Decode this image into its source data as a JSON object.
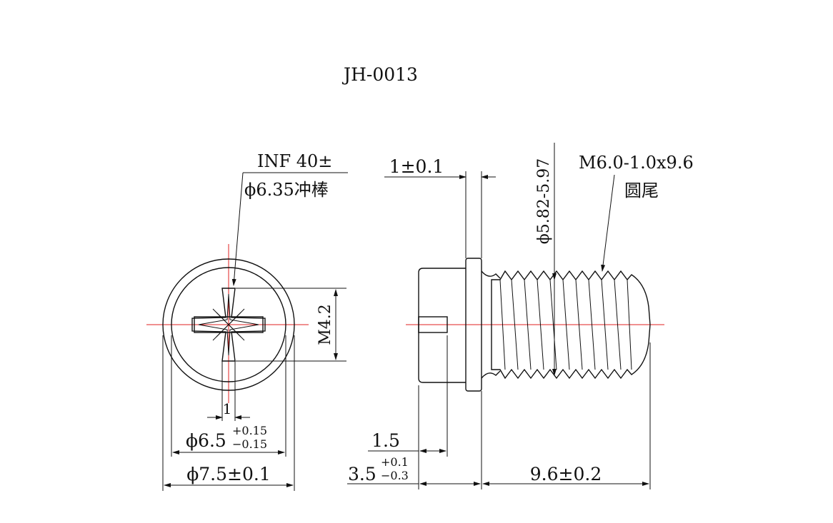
{
  "title": "JH-0013",
  "front_view": {
    "recess_note_line1": "INF 40±",
    "recess_note_line2": "ϕ6.35冲棒",
    "slot_width": "1",
    "head_dia_base": "ϕ6.5",
    "head_dia_tol_upper": "+0.15",
    "head_dia_tol_lower": "−0.15",
    "flange_dia": "ϕ7.5±0.1",
    "recess_size": "M4.2"
  },
  "side_view": {
    "flange_thickness": "1±0.1",
    "thread_spec_line1": "M6.0-1.0x9.6",
    "thread_spec_line2": "圆尾",
    "minor_dia": "ϕ5.82-5.97",
    "head_step": "1.5",
    "head_height_base": "3.5",
    "head_height_tol_upper": "+0.1",
    "head_height_tol_lower": "−0.3",
    "thread_length": "9.6±0.2"
  }
}
